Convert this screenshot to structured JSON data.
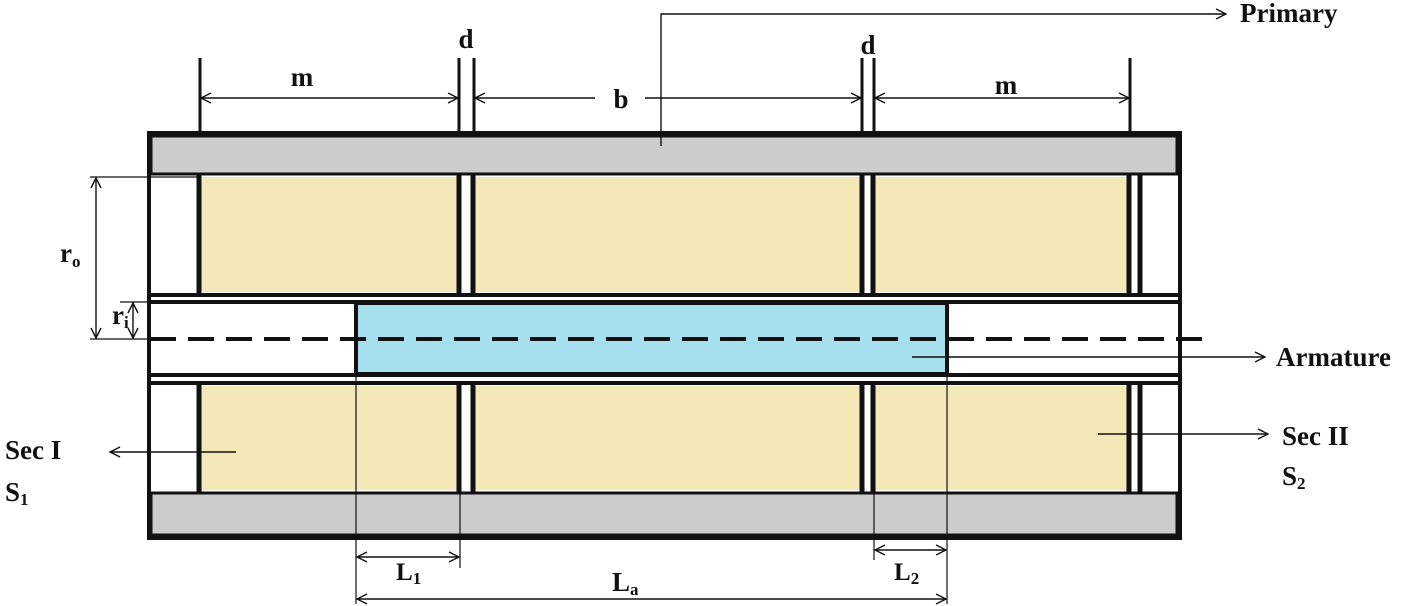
{
  "colors": {
    "background": "#ffffff",
    "outline": "#111111",
    "core": "#cccccc",
    "coil": "#f5e8b8",
    "armature": "#a6e0ef"
  },
  "labels": {
    "primary": "Primary",
    "armature": "Armature",
    "sec1_name": "Sec I",
    "sec1_symbol": "S",
    "sec1_sub": "1",
    "sec2_name": "Sec II",
    "sec2_symbol": "S",
    "sec2_sub": "2",
    "dim_m_left": "m",
    "dim_m_right": "m",
    "dim_b": "b",
    "dim_d_left": "d",
    "dim_d_right": "d",
    "r_outer_symbol": "r",
    "r_outer_sub": "o",
    "r_inner_symbol": "r",
    "r_inner_sub": "i",
    "L1_symbol": "L",
    "L1_sub": "1",
    "L2_symbol": "L",
    "L2_sub": "2",
    "La_symbol": "L",
    "La_sub": "a"
  }
}
